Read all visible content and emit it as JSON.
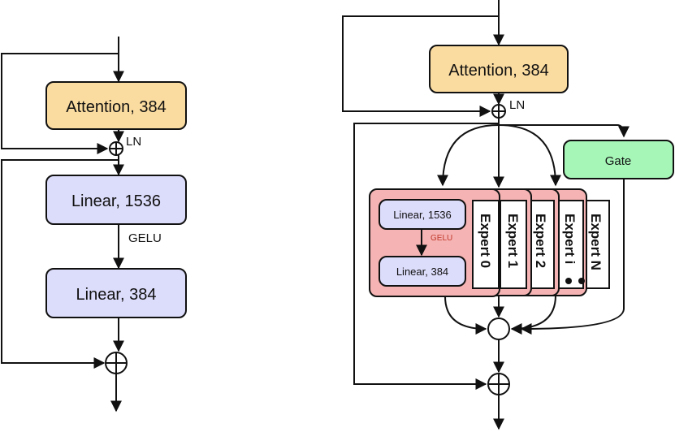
{
  "colors": {
    "attention_fill": "#fbdca0",
    "linear_fill": "#dcdcfb",
    "gate_fill": "#a6f6b8",
    "expert_fill": "#f5b3b3",
    "stroke": "#111111"
  },
  "left_block": {
    "attention_label": "Attention, 384",
    "ln_label": "LN",
    "linear1_label": "Linear, 1536",
    "activation_label": "GELU",
    "linear2_label": "Linear, 384"
  },
  "right_block": {
    "attention_label": "Attention, 384",
    "ln_label": "LN",
    "gate_label": "Gate",
    "inner_linear1_label": "Linear, 1536",
    "inner_activation_label": "GELU",
    "inner_linear2_label": "Linear, 384",
    "experts": [
      "Expert 0",
      "Expert 1",
      "Expert 2",
      "Expert i",
      "Expert N"
    ]
  }
}
